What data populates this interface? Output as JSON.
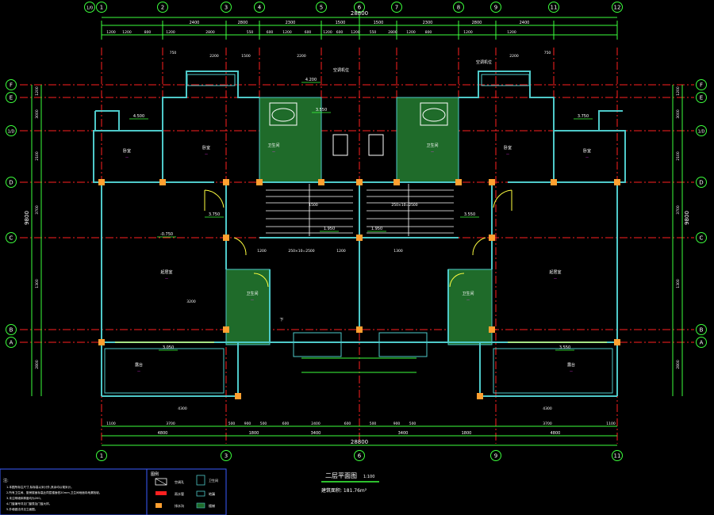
{
  "drawing": {
    "title": "二层平面图",
    "scale": "1:100",
    "area_text": "建筑面积: 181.76m²"
  },
  "axes": {
    "top": [
      "1",
      "2",
      "3",
      "4",
      "5",
      "6",
      "7",
      "8",
      "9",
      "11",
      "12"
    ],
    "top_extra": "1/0",
    "bottom": [
      "1",
      "3",
      "6",
      "9",
      "11"
    ],
    "left": [
      "F",
      "E",
      "1/D",
      "D",
      "C",
      "B",
      "A"
    ],
    "right": [
      "F",
      "E",
      "1/D",
      "D",
      "C",
      "B",
      "A"
    ]
  },
  "dims": {
    "overall_top": "28800",
    "overall_bottom": "28800",
    "top_chain": [
      "2400",
      "2800",
      "2300",
      "1500",
      "1500",
      "2300",
      "2800",
      "2400"
    ],
    "top_sub": [
      "1200",
      "1200",
      "800",
      "1200",
      "2800",
      "550",
      "600",
      "1200",
      "600",
      "1200",
      "600",
      "1200",
      "550",
      "2800",
      "1200",
      "800",
      "1200",
      "1200"
    ],
    "bottom_chain": [
      "4800",
      "1800",
      "3400",
      "3400",
      "1800",
      "4800"
    ],
    "bottom_sub": [
      "1100",
      "3700",
      "500",
      "900",
      "500",
      "600",
      "2400",
      "600",
      "500",
      "900",
      "500",
      "3700",
      "1100"
    ],
    "left_total": "9800",
    "right_total": "9800",
    "left_chain": [
      "1200",
      "3000",
      "2100",
      "3700",
      "1300",
      "2800"
    ],
    "right_chain": [
      "1200",
      "3000",
      "2100",
      "3700",
      "1300",
      "2800"
    ],
    "misc": [
      "2200",
      "750",
      "1500",
      "2200",
      "2200",
      "750",
      "3200",
      "1200",
      "1200",
      "1300",
      "250×10=2500",
      "250×10=2500",
      "1500",
      "4300",
      "4300"
    ]
  },
  "labels": {
    "levels": [
      "4.200",
      "3.550",
      "4.500",
      "-0.750",
      "3.750",
      "1.950",
      "1.950",
      "3.550",
      "3.750",
      "3.050",
      "3.550"
    ],
    "rooms": [
      "卧室",
      "卧室",
      "卫生间",
      "卫生间",
      "卧室",
      "卧室",
      "卫生间",
      "卫生间",
      "露台",
      "露台",
      "起居室",
      "起居室"
    ],
    "notes": [
      "空调机位",
      "空调机位",
      "下"
    ]
  },
  "legend": {
    "header": "图例",
    "notes_title": "注:",
    "notes": [
      "1.本图所标注尺寸,除标高以米计外,其余均以毫米计。",
      "2.所有卫生间、厨房楼面标高比同层楼面低20mm,卫生间地面向地漏找坡。",
      "3.未注明墙体厚度均为200。",
      "4.门窗编号详见门窗表及门窗大样。",
      "5.外墙做法详见立面图。"
    ],
    "items": [
      "空调孔",
      "雨水管",
      "排水沟",
      "卫生间",
      "地漏",
      "楼梯"
    ]
  },
  "colors": {
    "bg": "#000000",
    "axis": "#ff2020",
    "dim": "#3cff3c",
    "wall": "#4ec9c9",
    "wetroom": "#1f6b2a",
    "text_white": "#ffffff",
    "yellow": "#ffff40",
    "magenta": "#ff30ff",
    "blue": "#3a5bff",
    "orange": "#ffa030"
  }
}
